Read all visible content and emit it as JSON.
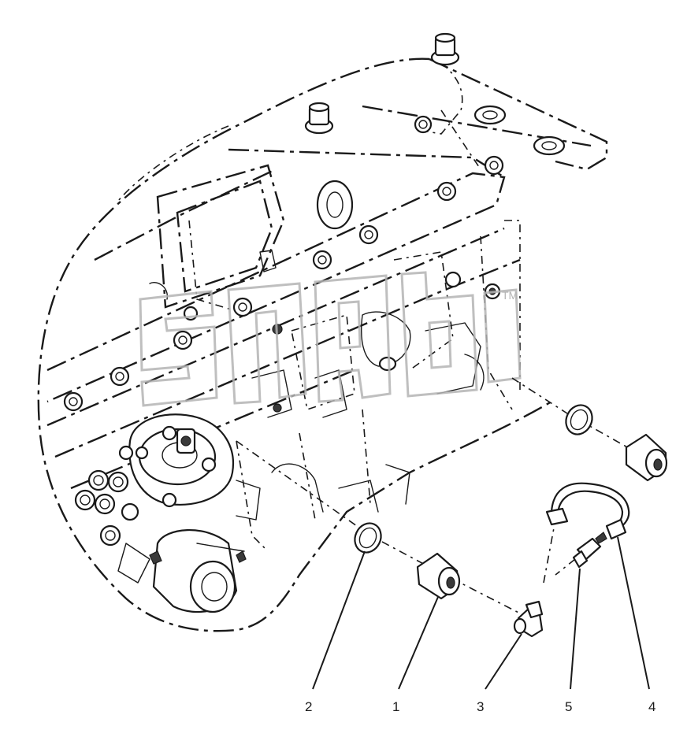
{
  "diagram": {
    "callouts": [
      {
        "id": "2",
        "label": "2"
      },
      {
        "id": "1",
        "label": "1"
      },
      {
        "id": "3",
        "label": "3"
      },
      {
        "id": "5",
        "label": "5"
      },
      {
        "id": "4",
        "label": "4"
      }
    ],
    "watermark": "TM",
    "colors": {
      "line": "#1a1a1a",
      "background": "#ffffff",
      "watermark": "#b4b4b4"
    }
  }
}
